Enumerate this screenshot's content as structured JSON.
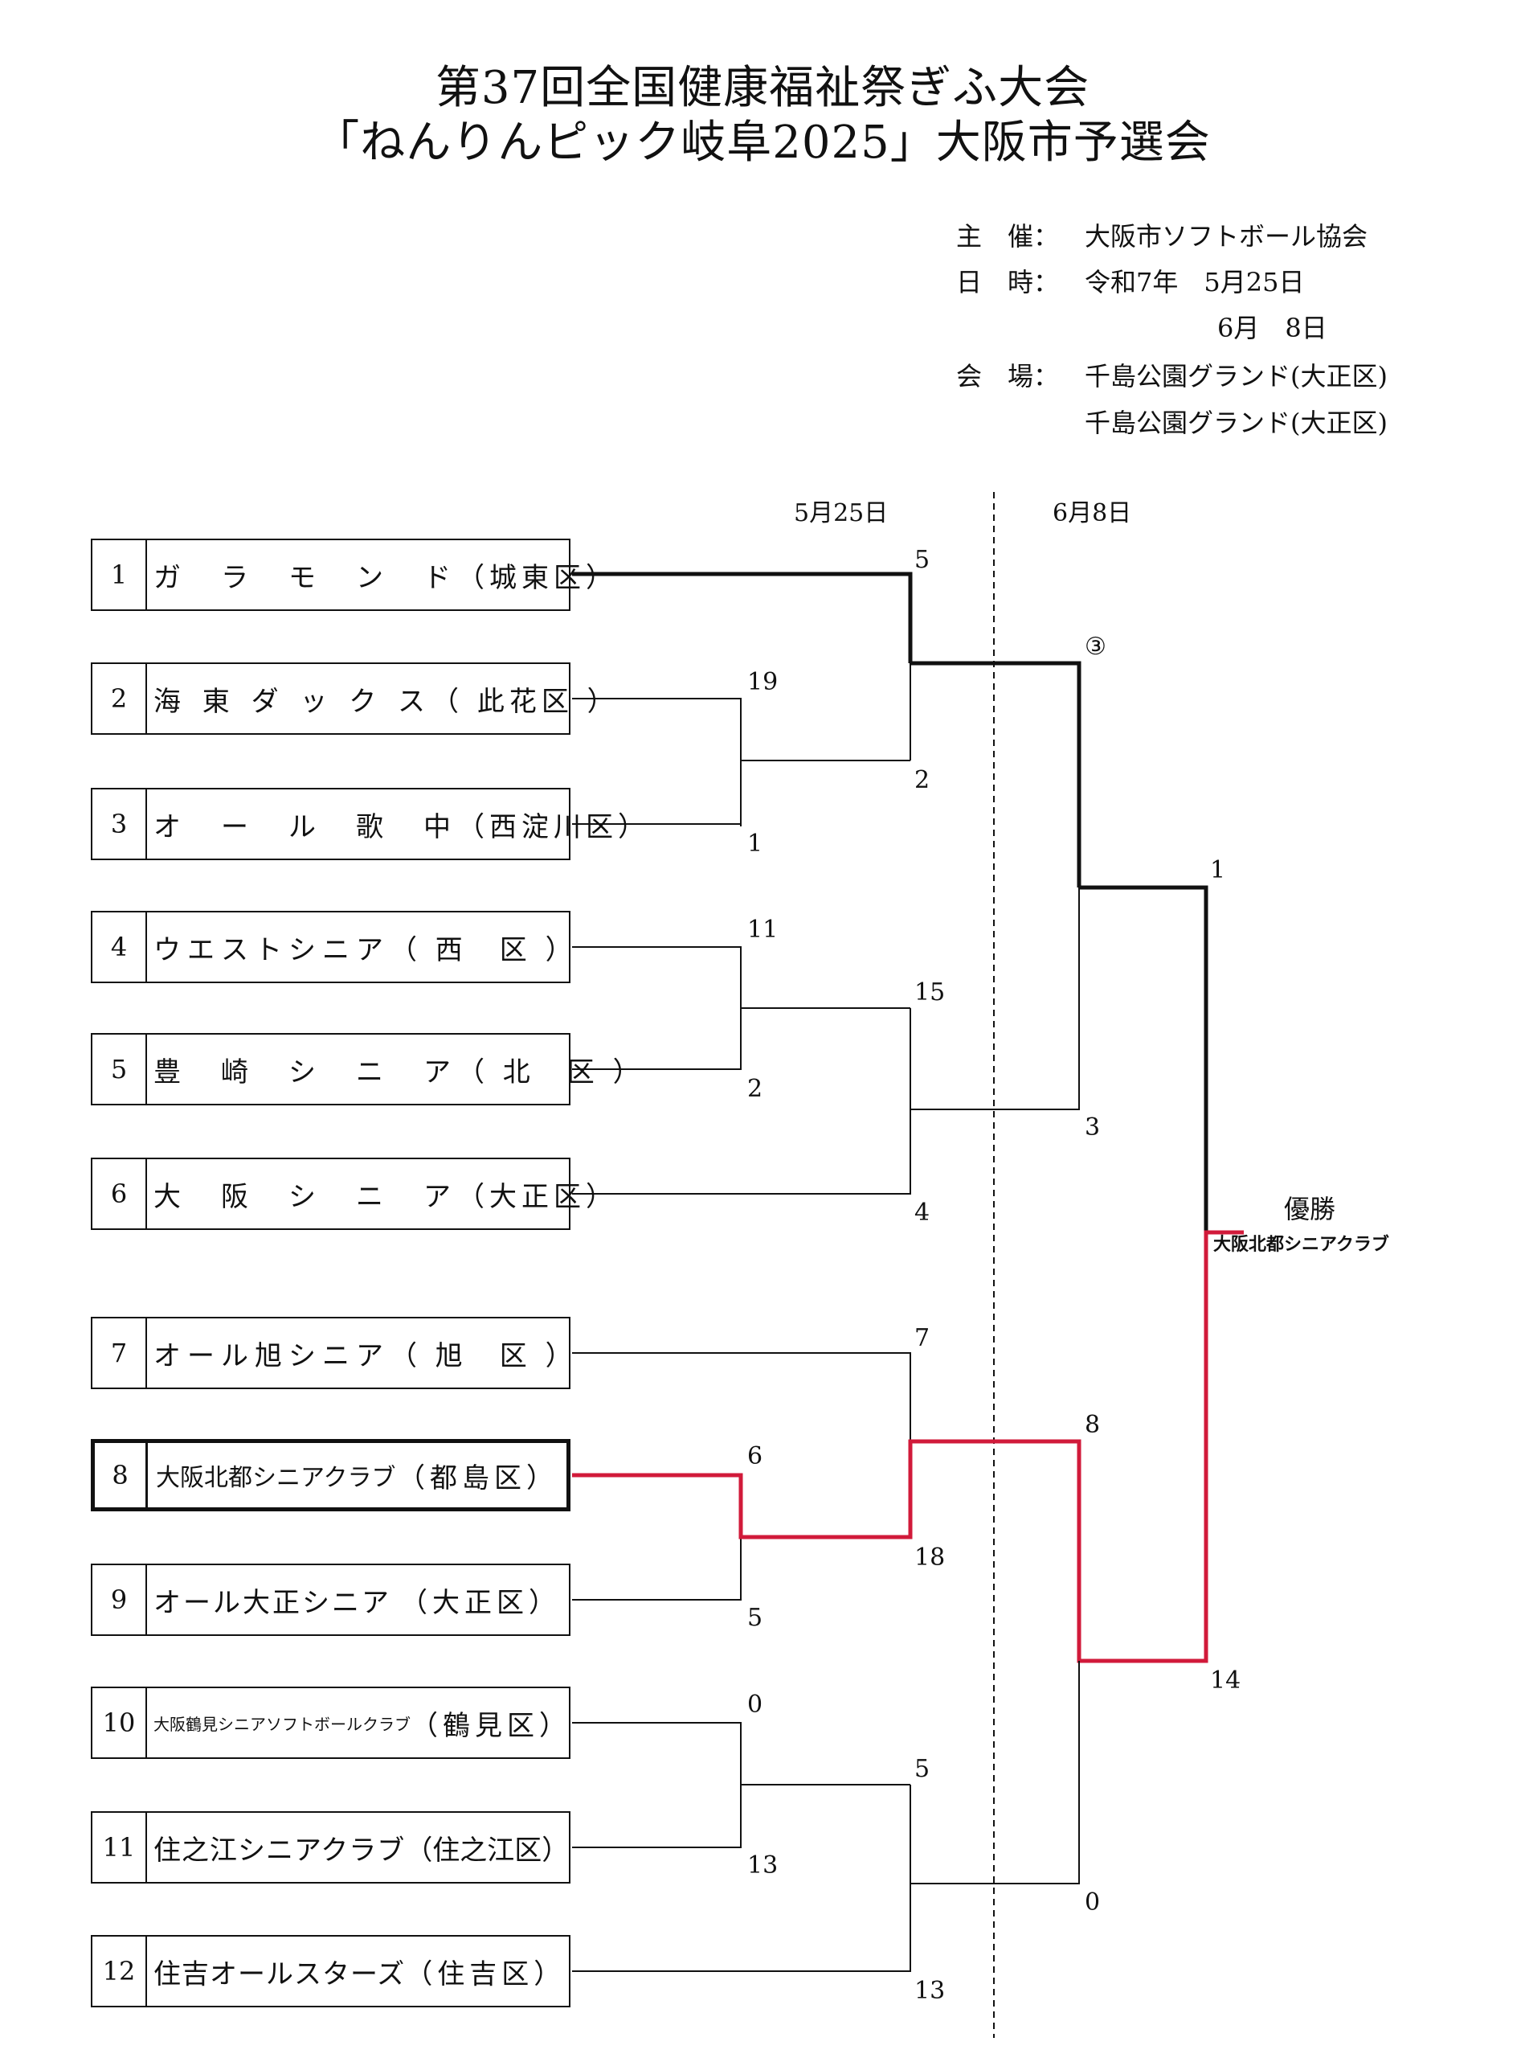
{
  "header": {
    "title_line1": "第37回全国健康福祉祭ぎふ大会",
    "title_line2": "「ねんりんピック岐阜2025」大阪市予選会"
  },
  "info": {
    "host_label": "主　催：",
    "host_value": "大阪市ソフトボール協会",
    "date_label": "日　時：",
    "date_value1": "令和7年　5月25日",
    "date_value2": "6月　8日",
    "venue_label": "会　場：",
    "venue_value1": "千島公園グランド(大正区)",
    "venue_value2": "千島公園グランド(大正区)"
  },
  "rounds": {
    "round1_label": "5月25日",
    "round2_label": "6月8日"
  },
  "teams": [
    {
      "num": "1",
      "name": "ガ　ラ　モ　ン　ド",
      "ward": "（城東区）"
    },
    {
      "num": "2",
      "name": "海 東 ダ ッ ク ス",
      "ward": "（ 此花区 ）"
    },
    {
      "num": "3",
      "name": "オ　ー　ル　歌　中",
      "ward": "（西淀川区）"
    },
    {
      "num": "4",
      "name": "ウエストシニア",
      "ward": "（ 西　区 ）"
    },
    {
      "num": "5",
      "name": "豊　崎　シ　ニ　ア",
      "ward": "（ 北　区 ）"
    },
    {
      "num": "6",
      "name": "大　阪　シ　ニ　ア",
      "ward": "（大正区）"
    },
    {
      "num": "7",
      "name": "オール旭シニア",
      "ward": "（ 旭　区 ）"
    },
    {
      "num": "8",
      "name": "大阪北都シニアクラブ",
      "ward": "（都島区）"
    },
    {
      "num": "9",
      "name": "オール大正シニア",
      "ward": "（大正区）"
    },
    {
      "num": "10",
      "name": "大阪鶴見シニアソフトボールクラブ",
      "ward": "（鶴見区）"
    },
    {
      "num": "11",
      "name": "住之江シニアクラブ",
      "ward": "（住之江区）"
    },
    {
      "num": "12",
      "name": "住吉オールスターズ",
      "ward": "（住吉区）"
    }
  ],
  "scores": {
    "t2_vs_t3_top": "19",
    "t2_vs_t3_bottom": "1",
    "t1_vs_w23_top": "5",
    "t1_vs_w23_bottom": "2",
    "t4_vs_t5_top": "11",
    "t4_vs_t5_bottom": "2",
    "w45_vs_t6_top": "15",
    "w45_vs_t6_bottom": "4",
    "semi1_top": "③",
    "semi1_bottom": "3",
    "final_top": "1",
    "final_bottom": "14",
    "t8_vs_t9_top": "6",
    "t8_vs_t9_bottom": "5",
    "t7_vs_w89_top": "7",
    "t7_vs_w89_bottom": "18",
    "t10_vs_t11_top": "0",
    "t10_vs_t11_bottom": "13",
    "w1011_vs_t12_top": "5",
    "w1011_vs_t12_bottom": "13",
    "semi2_top": "8",
    "semi2_bottom": "0"
  },
  "winner": {
    "label": "優勝",
    "name": "大阪北都シニアクラブ"
  },
  "colors": {
    "line": "#111111",
    "winner_path": "#d11a3a"
  }
}
